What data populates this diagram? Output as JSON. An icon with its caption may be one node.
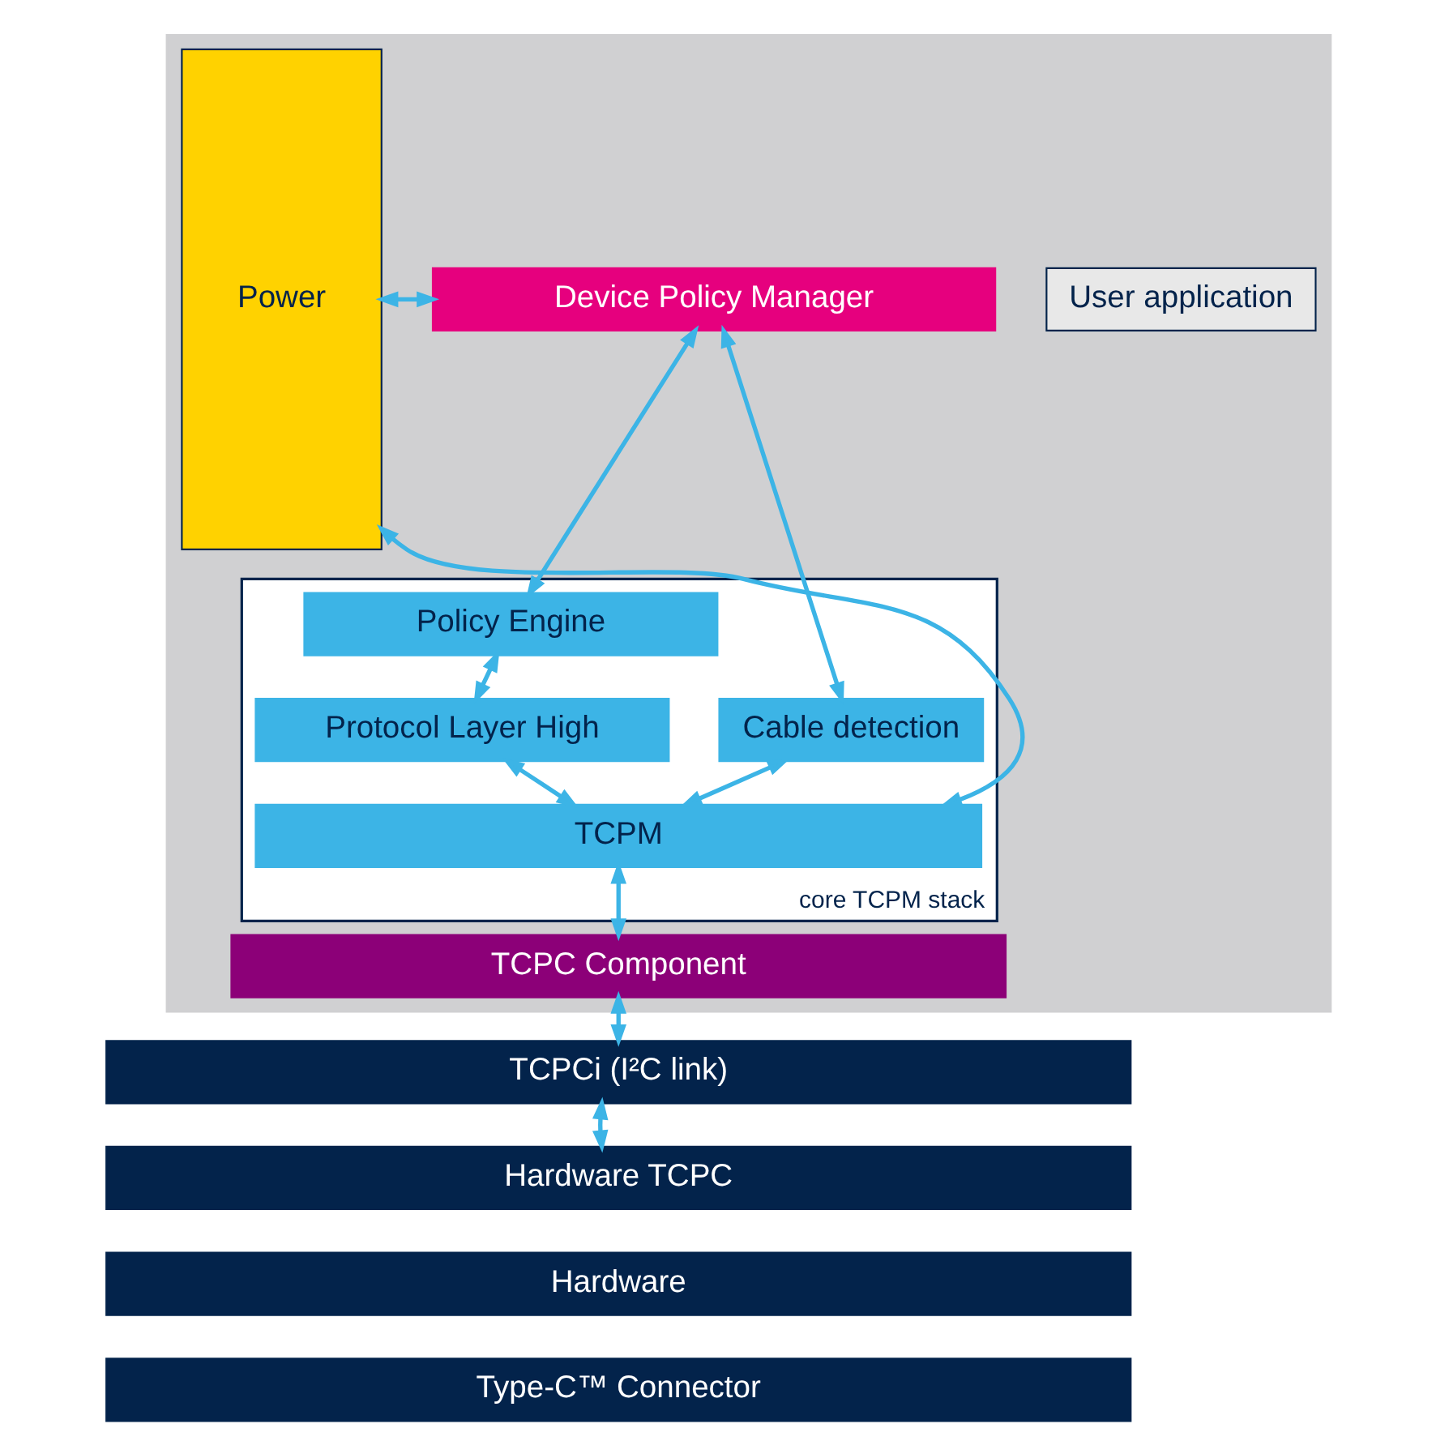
{
  "diagram": {
    "nodes": [
      {
        "text": [],
        "shape": "box"
      },
      {
        "text": [
          "Power"
        ],
        "in": 0
      },
      {
        "text": [
          "Device Policy Manager"
        ],
        "in": 0
      },
      {
        "text": [
          "User application"
        ],
        "in": 0
      },
      {
        "text": [
          "core TCPM stack"
        ],
        "in": 0
      },
      {
        "text": [
          "Policy Engine"
        ],
        "in": 4
      },
      {
        "text": [
          "Cable detection"
        ],
        "in": 4
      },
      {
        "text": [
          "Protocol Layer High"
        ],
        "in": 4
      },
      {
        "text": [
          "TCPM"
        ],
        "in": 4
      },
      {
        "text": [
          "TCPC Component"
        ],
        "in": 0
      },
      {
        "text": [
          "TCPCi (I²C link)"
        ]
      },
      {
        "text": [
          "Hardware TCPC"
        ]
      },
      {
        "text": [
          "Hardware"
        ]
      },
      {
        "text": [
          "Type-C™ Connector"
        ]
      }
    ],
    "edges": [
      {
        "from": 1,
        "to": 2,
        "arrow": "both"
      },
      {
        "from": 2,
        "to": 5,
        "arrow": "both"
      },
      {
        "from": 2,
        "to": 6,
        "arrow": "both"
      },
      {
        "from": 5,
        "to": 7,
        "arrow": "both"
      },
      {
        "from": 7,
        "to": 8,
        "arrow": "both"
      },
      {
        "from": 6,
        "to": 8,
        "arrow": "both"
      },
      {
        "from": 1,
        "to": 8,
        "arrow": "both"
      },
      {
        "from": 8,
        "to": 9,
        "arrow": "both"
      },
      {
        "from": 9,
        "to": 10,
        "arrow": "both"
      },
      {
        "from": 10,
        "to": 11,
        "arrow": "both"
      }
    ]
  }
}
